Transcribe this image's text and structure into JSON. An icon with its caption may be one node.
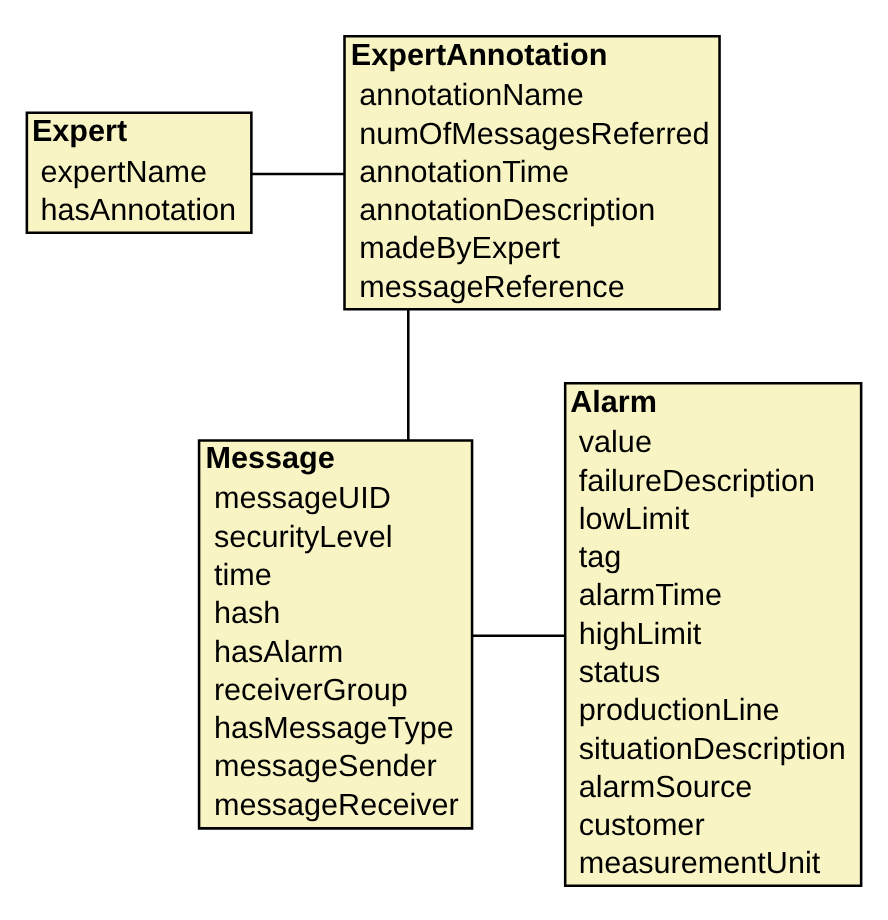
{
  "diagram": {
    "nodes": [
      {
        "text": [
          "Expert",
          "expertName",
          "hasAnnotation"
        ]
      },
      {
        "text": [
          "ExpertAnnotation",
          "annotationName",
          "numOfMessagesReferred",
          "annotationTime",
          "annotationDescription",
          "madeByExpert",
          "messageReference"
        ]
      },
      {
        "text": [
          "Message",
          "messageUID",
          "securityLevel",
          "time",
          "hash",
          "hasAlarm",
          "receiverGroup",
          "hasMessageType",
          "messageSender",
          "messageReceiver"
        ]
      },
      {
        "text": [
          "Alarm",
          "value",
          "failureDescription",
          "lowLimit",
          "tag",
          "alarmTime",
          "highLimit",
          "status",
          "productionLine",
          "situationDescription",
          "alarmSource",
          "customer",
          "measurementUnit"
        ]
      }
    ],
    "edges": [
      {
        "from": 0,
        "to": 1,
        "arrow": "none"
      },
      {
        "from": 1,
        "to": 2,
        "arrow": "none"
      },
      {
        "from": 2,
        "to": 3,
        "arrow": "none"
      }
    ]
  }
}
